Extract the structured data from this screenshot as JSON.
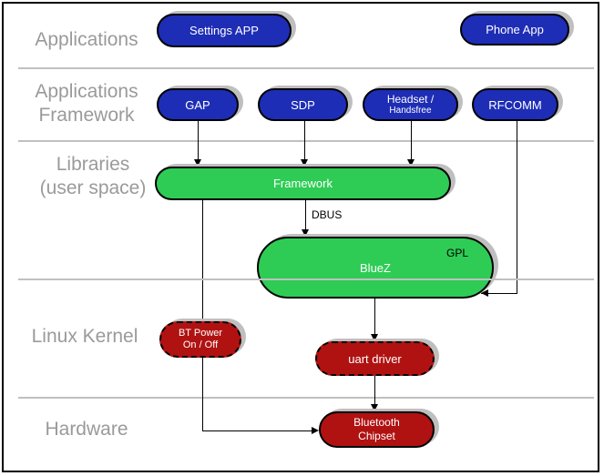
{
  "colors": {
    "blue": "#1e2db5",
    "green": "#2ecc55",
    "red": "#b01212",
    "label_gray": "#9a9a9a",
    "divider_gray": "#c0c0c0",
    "shadow_gray": "#bfbfbf",
    "line_black": "#000000"
  },
  "layers": {
    "applications": "Applications",
    "app_framework_line1": "Applications",
    "app_framework_line2": "Framework",
    "libraries_line1": "Libraries",
    "libraries_line2": "(user space)",
    "linux_kernel": "Linux Kernel",
    "hardware": "Hardware"
  },
  "nodes": {
    "settings_app": "Settings APP",
    "phone_app": "Phone App",
    "gap": "GAP",
    "sdp": "SDP",
    "headset_line1": "Headset /",
    "headset_line2": "Handsfree",
    "rfcomm": "RFCOMM",
    "framework": "Framework",
    "bluez": "BlueZ",
    "gpl_badge": "GPL",
    "bt_power_line1": "BT Power",
    "bt_power_line2": "On / Off",
    "uart_driver": "uart driver",
    "chipset_line1": "Bluetooth",
    "chipset_line2": "Chipset"
  },
  "edges": {
    "dbus_label": "DBUS"
  }
}
